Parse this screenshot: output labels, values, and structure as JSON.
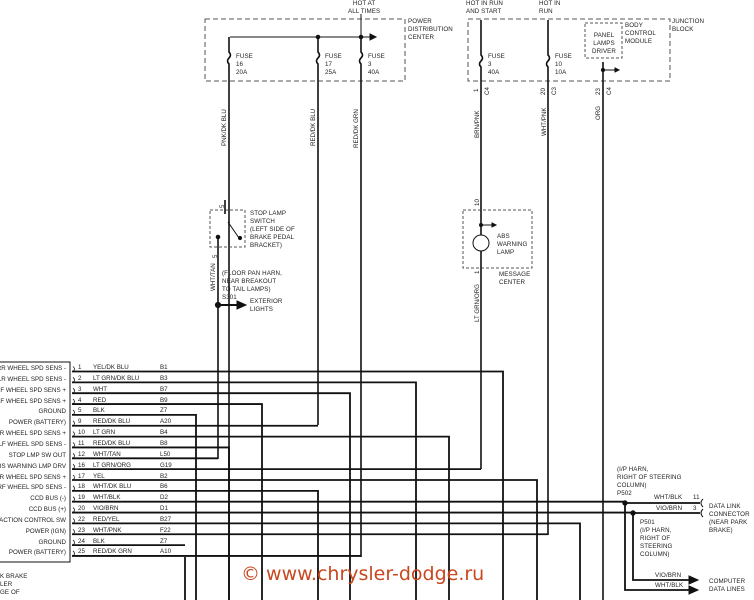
{
  "power_distribution": {
    "supply_label": [
      "HOT AT",
      "ALL TIMES"
    ],
    "box_label": [
      "POWER",
      "DISTRIBUTION",
      "CENTER"
    ],
    "fuses": [
      {
        "label": "FUSE",
        "number": "16",
        "rating": "20A",
        "wire": "PNK/DK BLU"
      },
      {
        "label": "FUSE",
        "number": "17",
        "rating": "25A",
        "wire": "RED/DK BLU"
      },
      {
        "label": "FUSE",
        "number": "3",
        "rating": "40A",
        "wire": "RED/DK GRN"
      }
    ]
  },
  "junction_block": {
    "supply_labels": [
      [
        "HOT IN RUN",
        "AND START"
      ],
      [
        "HOT IN",
        "RUN"
      ]
    ],
    "box_label": [
      "JUNCTION",
      "BLOCK"
    ],
    "module_label": [
      "BODY",
      "CONTROL",
      "MODULE"
    ],
    "driver_label": [
      "PANEL",
      "LAMPS",
      "DRIVER"
    ],
    "fuses": [
      {
        "label": "FUSE",
        "number": "3",
        "rating": "40A",
        "pin": "1",
        "conn": "C4",
        "wire": "BRN/PNK"
      },
      {
        "label": "FUSE",
        "number": "10",
        "rating": "10A",
        "pin": "20",
        "conn": "C3",
        "wire": "WHT/PNK"
      }
    ],
    "driver_pin": {
      "pin": "23",
      "conn": "C4",
      "wire": "ORG"
    }
  },
  "stop_lamp": {
    "pin_top": "5",
    "pin_bottom": "5",
    "label": [
      "STOP LAMP",
      "SWITCH",
      "(LEFT SIDE OF",
      "BRAKE PEDAL",
      "BRACKET)"
    ],
    "wire": "WHT/TAN",
    "splice_note": [
      "(FLOOR PAN HARN,",
      "NEAR BREAKOUT",
      "TO TAIL LAMPS)"
    ],
    "splice": "S301",
    "arrow_label": [
      "EXTERIOR",
      "LIGHTS"
    ]
  },
  "abs_lamp": {
    "pin_top": "10",
    "pin_bottom": "1",
    "label": [
      "ABS",
      "WARNING",
      "LAMP"
    ],
    "center_label": [
      "MESSAGE",
      "CENTER"
    ],
    "wire": "LT GRN/ORG"
  },
  "controller_pins": [
    {
      "label": "RR WHEEL SPD SENS -",
      "pin": "1",
      "color": "YEL/DK BLU",
      "circuit": "B1"
    },
    {
      "label": "LR WHEEL SPD SENS -",
      "pin": "2",
      "color": "LT GRN/DK BLU",
      "circuit": "B3"
    },
    {
      "label": "RF WHEEL SPD SENS +",
      "pin": "3",
      "color": "WHT",
      "circuit": "B7"
    },
    {
      "label": "LF WHEEL SPD SENS +",
      "pin": "4",
      "color": "RED",
      "circuit": "B9"
    },
    {
      "label": "GROUND",
      "pin": "5",
      "color": "BLK",
      "circuit": "Z7"
    },
    {
      "label": "POWER (BATTERY)",
      "pin": "9",
      "color": "RED/DK BLU",
      "circuit": "A20"
    },
    {
      "label": "LR WHEEL SPD SENS +",
      "pin": "10",
      "color": "LT GRN",
      "circuit": "B4"
    },
    {
      "label": "LF WHEEL SPD SENS -",
      "pin": "11",
      "color": "RED/DK BLU",
      "circuit": "B8"
    },
    {
      "label": "STOP LMP SW OUT",
      "pin": "12",
      "color": "WHT/TAN",
      "circuit": "L50"
    },
    {
      "label": "BS WARNING LMP DRV",
      "pin": "16",
      "color": "LT GRN/ORG",
      "circuit": "G19"
    },
    {
      "label": "RR WHEEL SPD SENS +",
      "pin": "17",
      "color": "YEL",
      "circuit": "B2"
    },
    {
      "label": "RF WHEEL SPD SENS -",
      "pin": "18",
      "color": "WHT/DK BLU",
      "circuit": "B6"
    },
    {
      "label": "CCD BUS (-)",
      "pin": "19",
      "color": "WHT/BLK",
      "circuit": "D2"
    },
    {
      "label": "CCD BUS (+)",
      "pin": "20",
      "color": "VIO/BRN",
      "circuit": "D1"
    },
    {
      "label": "RACTION CONTROL SW",
      "pin": "22",
      "color": "RED/YEL",
      "circuit": "B27"
    },
    {
      "label": "POWER (IGN)",
      "pin": "23",
      "color": "WHT/PNK",
      "circuit": "F22"
    },
    {
      "label": "GROUND",
      "pin": "24",
      "color": "BLK",
      "circuit": "Z7"
    },
    {
      "label": "POWER (BATTERY)",
      "pin": "25",
      "color": "RED/DK GRN",
      "circuit": "A10"
    }
  ],
  "bottom_left_note": [
    "K BRAKE",
    "LER",
    "GE OF"
  ],
  "data_link": {
    "s302_note": [
      "(I/P HARN,",
      "RIGHT OF STEERING",
      "COLUMN)"
    ],
    "s302": "P502",
    "s301_note": [
      "(I/P HARN,",
      "RIGHT OF",
      "STEERING",
      "COLUMN)"
    ],
    "s301": "P501",
    "wires": [
      {
        "color": "WHT/BLK",
        "pin": "11"
      },
      {
        "color": "VIO/BRN",
        "pin": "3"
      }
    ],
    "connector_label": [
      "DATA LINK",
      "CONNECTOR",
      "(NEAR PARK",
      "BRAKE)"
    ],
    "computer_wires": [
      "VIO/BRN",
      "WHT/BLK"
    ],
    "computer_label": [
      "COMPUTER",
      "DATA LINES"
    ]
  },
  "watermark": "© www.chrysler-dodge.ru",
  "colors": {
    "line": "#111111",
    "watermark": "#c8471e"
  }
}
